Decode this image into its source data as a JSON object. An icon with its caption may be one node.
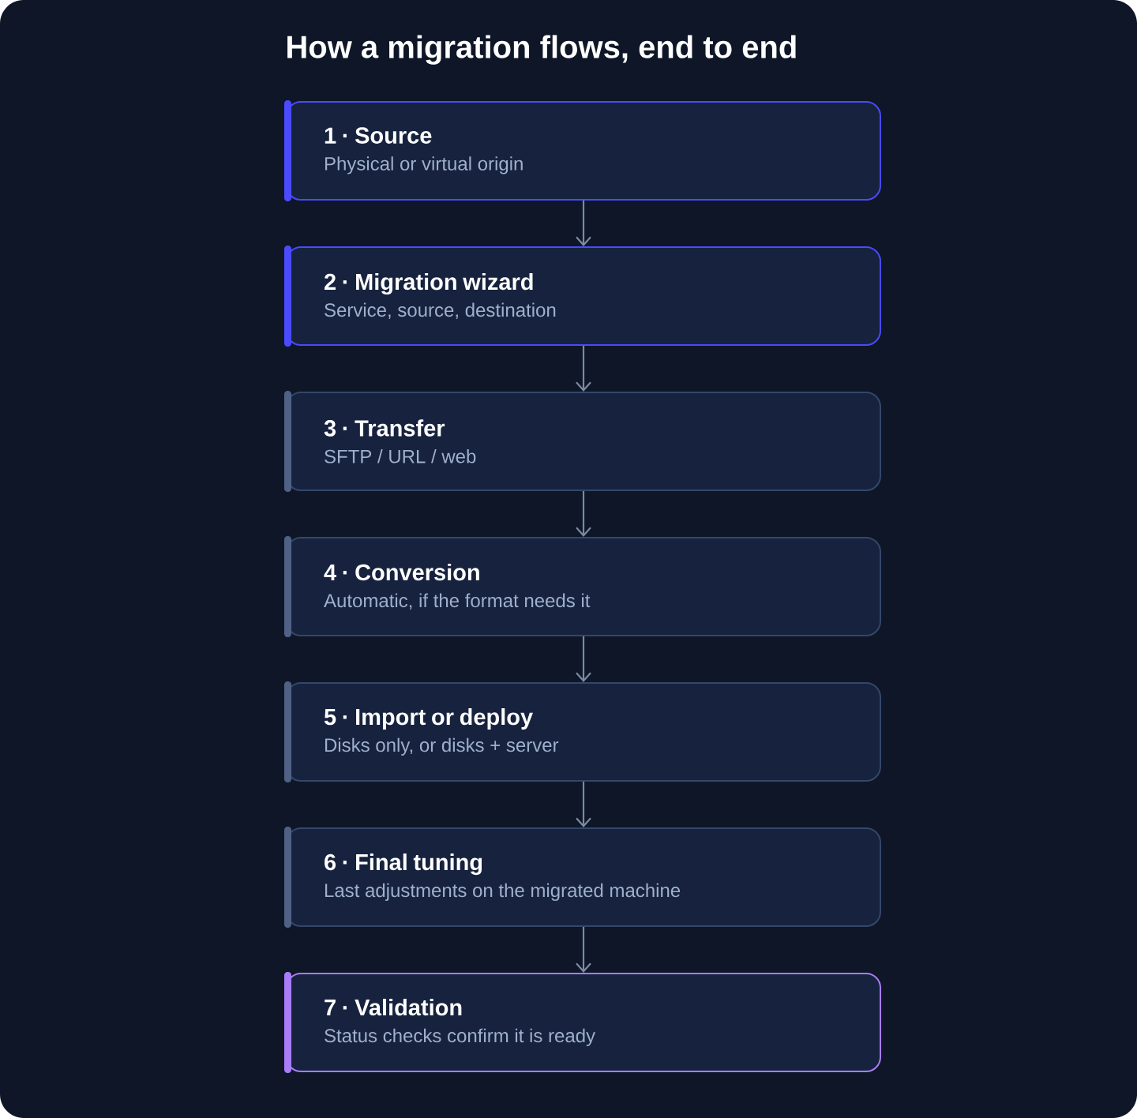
{
  "diagram": {
    "title": "How a migration flows, end to end",
    "nodes": [
      {
        "text": [
          "1 · Source",
          "Physical or virtual origin"
        ]
      },
      {
        "text": [
          "2 · Migration wizard",
          "Service, source, destination"
        ]
      },
      {
        "text": [
          "3 · Transfer",
          "SFTP / URL / web"
        ]
      },
      {
        "text": [
          "4 · Conversion",
          "Automatic, if the format needs it"
        ]
      },
      {
        "text": [
          "5 · Import or deploy",
          "Disks only, or disks + server"
        ]
      },
      {
        "text": [
          "6 · Final tuning",
          "Last adjustments on the migrated machine"
        ]
      },
      {
        "text": [
          "7 · Validation",
          "Status checks confirm it is ready"
        ]
      }
    ],
    "edges": [
      {
        "from": 0,
        "to": 1,
        "arrow": "to"
      },
      {
        "from": 1,
        "to": 2,
        "arrow": "to"
      },
      {
        "from": 2,
        "to": 3,
        "arrow": "to"
      },
      {
        "from": 3,
        "to": 4,
        "arrow": "to"
      },
      {
        "from": 4,
        "to": 5,
        "arrow": "to"
      },
      {
        "from": 5,
        "to": 6,
        "arrow": "to"
      }
    ]
  }
}
